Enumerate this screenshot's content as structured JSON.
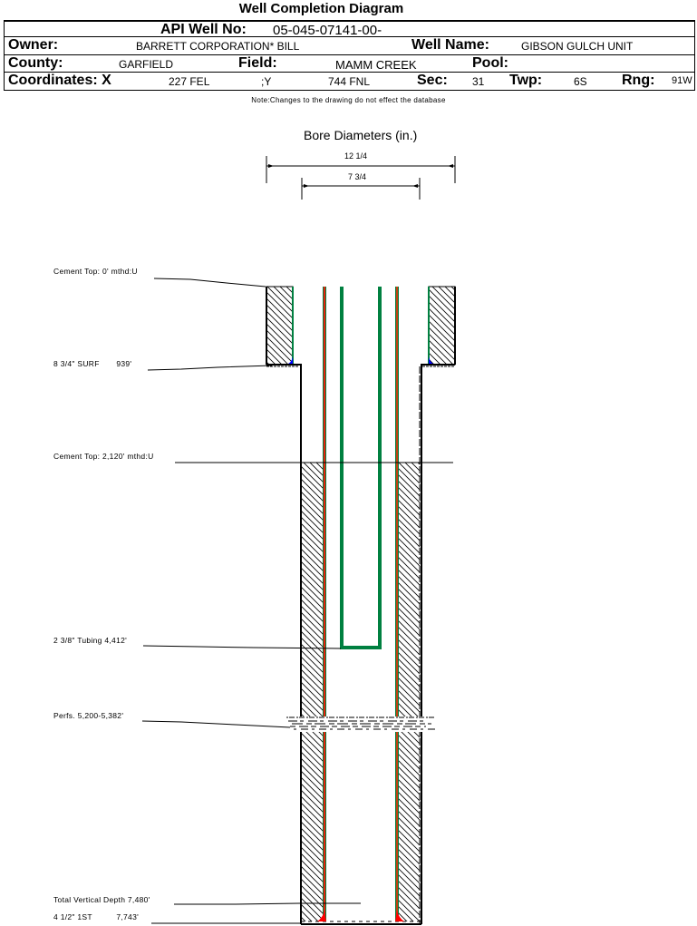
{
  "title": "Well Completion Diagram",
  "header": {
    "api_label": "API Well No:",
    "api_value": "05-045-07141-00-",
    "owner_label": "Owner:",
    "owner_value": "BARRETT CORPORATION* BILL",
    "well_name_label": "Well Name:",
    "well_name_value": "GIBSON GULCH UNIT",
    "county_label": "County:",
    "county_value": "GARFIELD",
    "field_label": "Field:",
    "field_value": "MAMM CREEK",
    "pool_label": "Pool:",
    "pool_value": "",
    "coords_label": "Coordinates: X",
    "x_value": "227 FEL",
    "y_label": ";Y",
    "y_value": "744 FNL",
    "sec_label": "Sec:",
    "sec_value": "31",
    "twp_label": "Twp:",
    "twp_value": "6S",
    "rng_label": "Rng:",
    "rng_value": "91W"
  },
  "note": "Note:Changes to the drawing do not effect the database",
  "bore_diameters": {
    "title": "Bore Diameters (in.)",
    "outer": "12 1/4",
    "inner": "7 3/4"
  },
  "callouts": {
    "cement_top_1": "Cement Top: 0' mthd:U",
    "surface_casing": "8 3/4\" SURF       939'",
    "cement_top_2": "Cement Top: 2,120' mthd:U",
    "tubing": "2 3/8\" Tubing 4,412'",
    "perfs": "Perfs. 5,200-5,382'",
    "tvd": "Total Vertical Depth 7,480'",
    "production_casing": "4 1/2\" 1ST          7,743'"
  },
  "colors": {
    "production_casing": "#e8200c",
    "casing_edge": "#008040",
    "tubing": "#008040",
    "surface_shoe": "#0000ff",
    "production_shoe": "#ff0000"
  }
}
